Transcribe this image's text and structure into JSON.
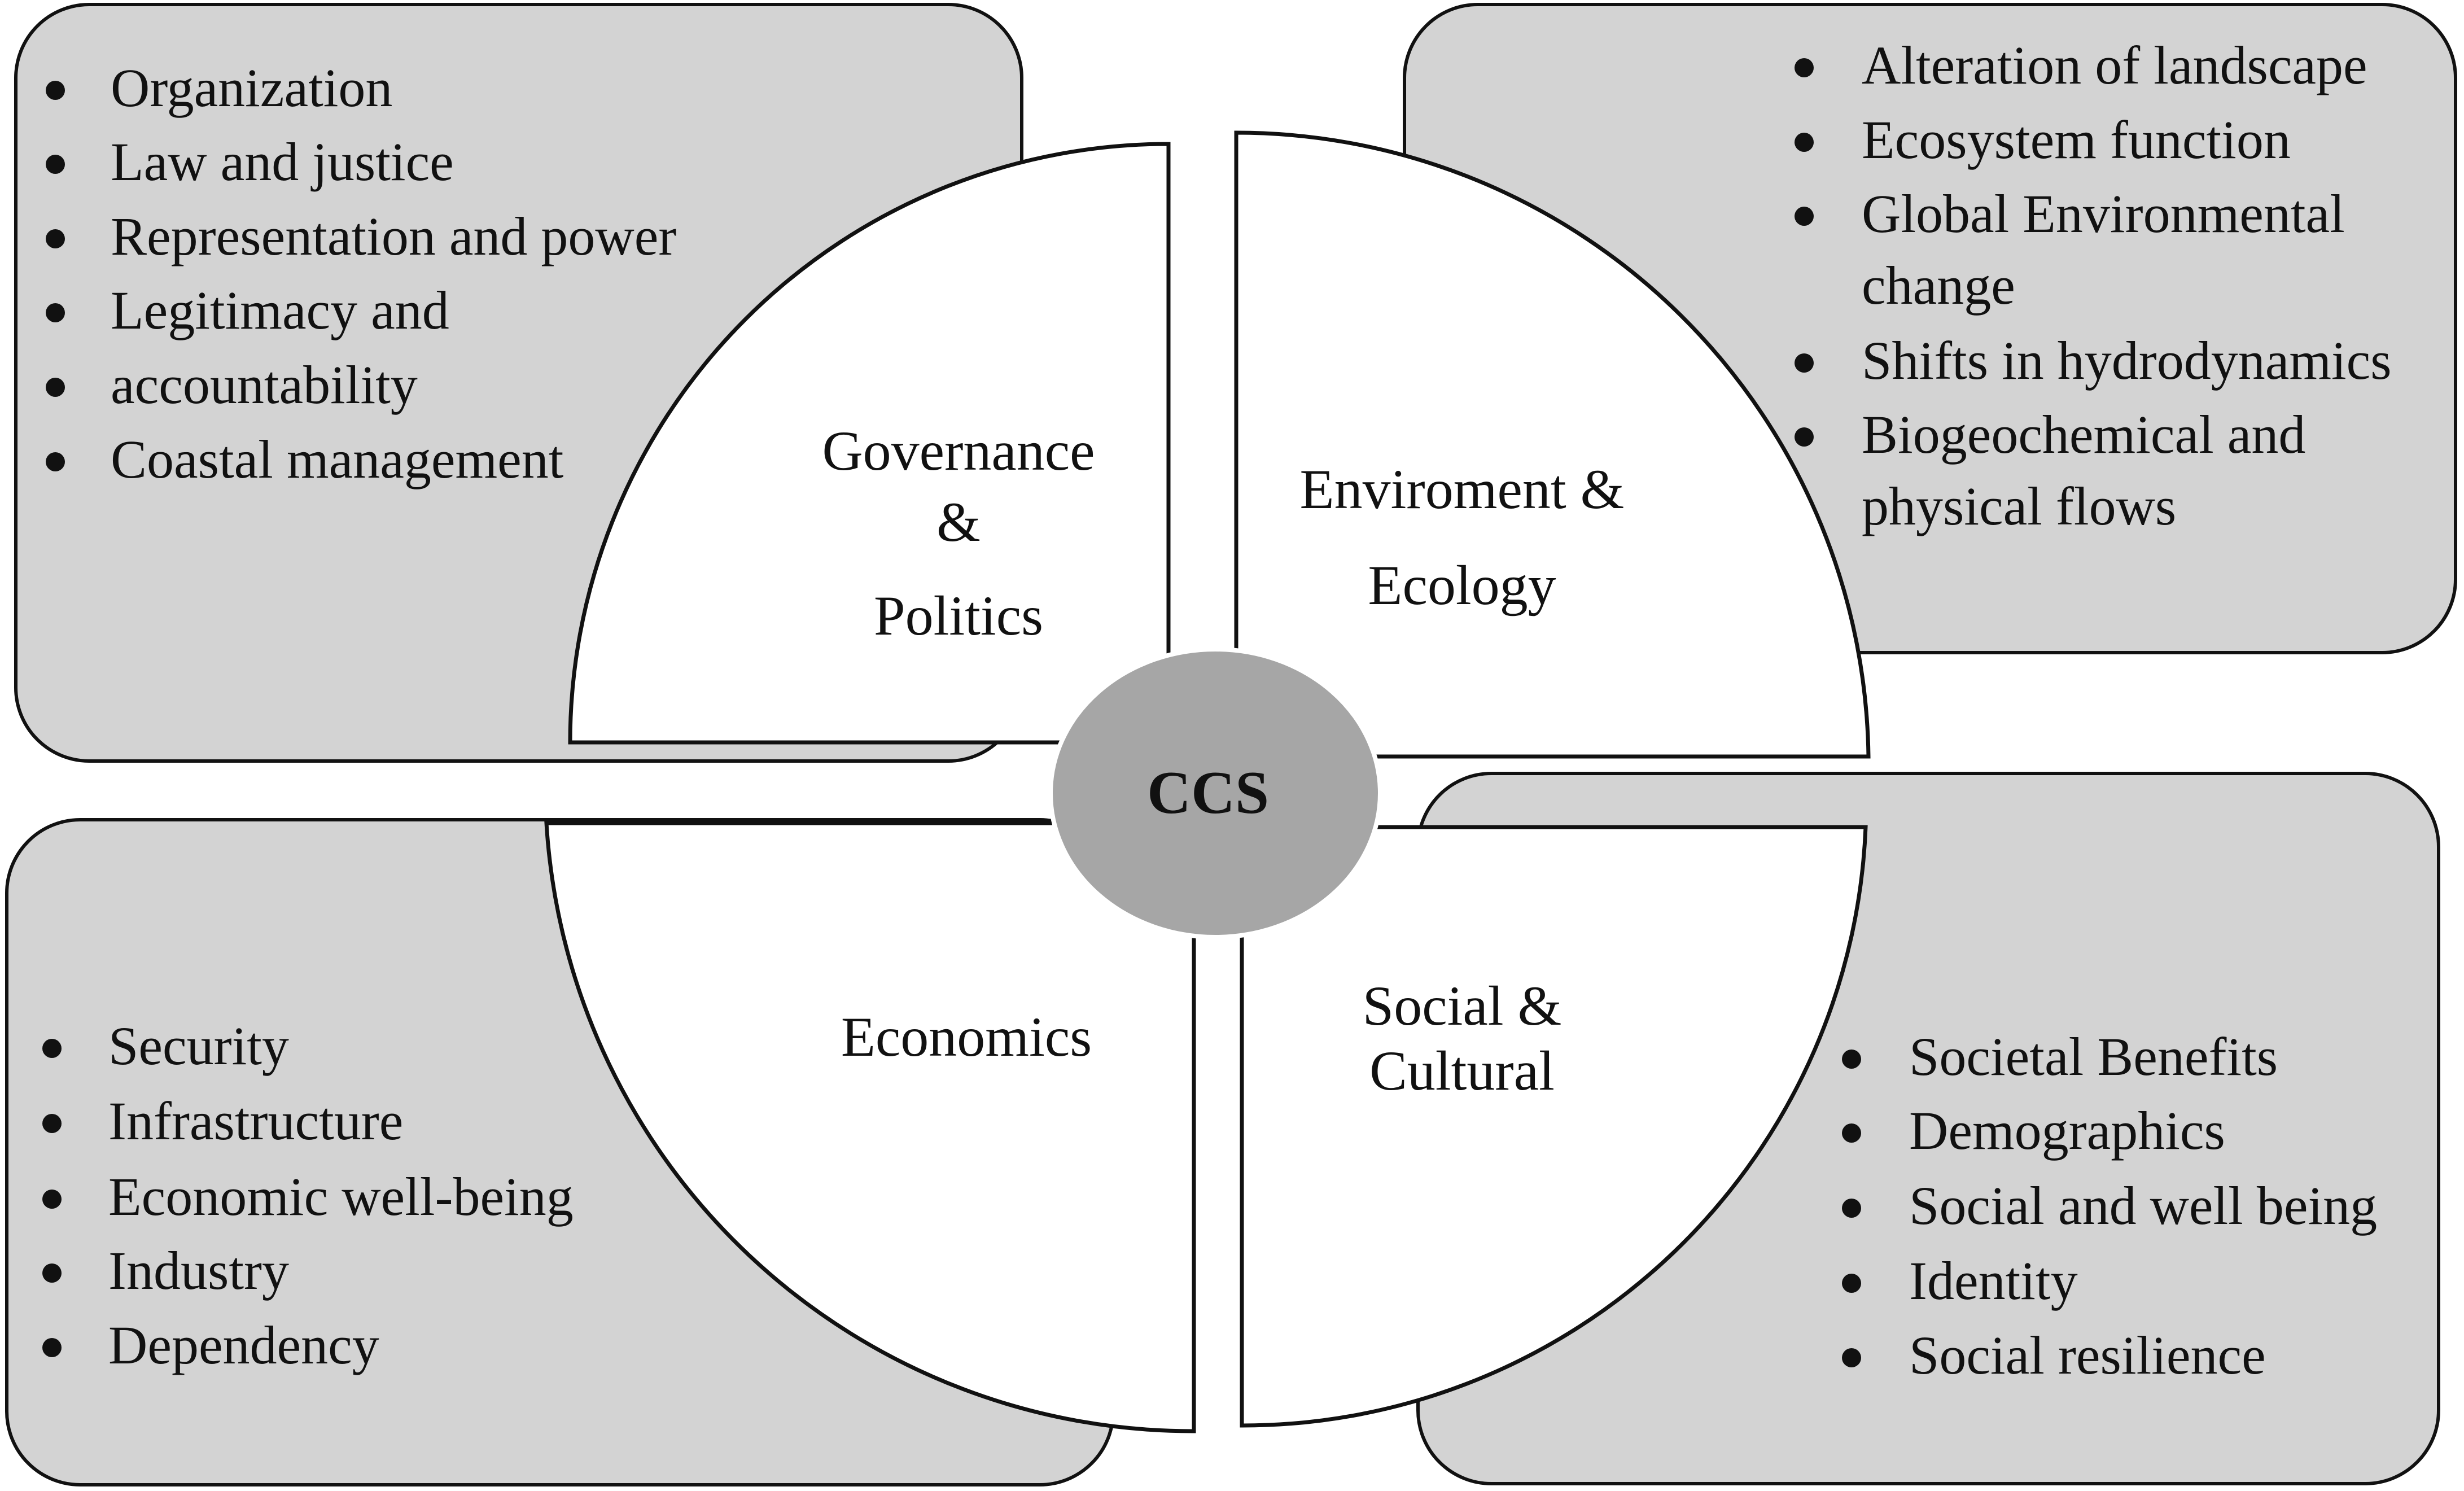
{
  "center": {
    "label": "CCS"
  },
  "colors": {
    "box_fill": "#d3d3d3",
    "center_fill": "#a6a6a6",
    "quadrant_fill": "#ffffff",
    "stroke": "#111111"
  },
  "quadrants": {
    "governance": {
      "label_lines": [
        "Governance",
        "&",
        "Politics"
      ],
      "items": [
        "Organization",
        "Law and justice",
        "Representation and power",
        "Legitimacy and",
        "accountability",
        "Coastal management"
      ]
    },
    "environment": {
      "label_lines": [
        "Enviroment &",
        "Ecology"
      ],
      "items": [
        "Alteration of landscape",
        "Ecosystem function",
        "Global Environmental",
        "change",
        "Shifts in hydrodynamics",
        "Biogeochemical and",
        "physical flows"
      ]
    },
    "economics": {
      "label_lines": [
        "Economics"
      ],
      "items": [
        "Security",
        "Infrastructure",
        "Economic well-being",
        "Industry",
        "Dependency"
      ]
    },
    "social": {
      "label_lines": [
        "Social &",
        "Cultural"
      ],
      "items": [
        "Societal Benefits",
        "Demographics",
        "Social and well being",
        "Identity",
        "Social resilience"
      ]
    }
  }
}
